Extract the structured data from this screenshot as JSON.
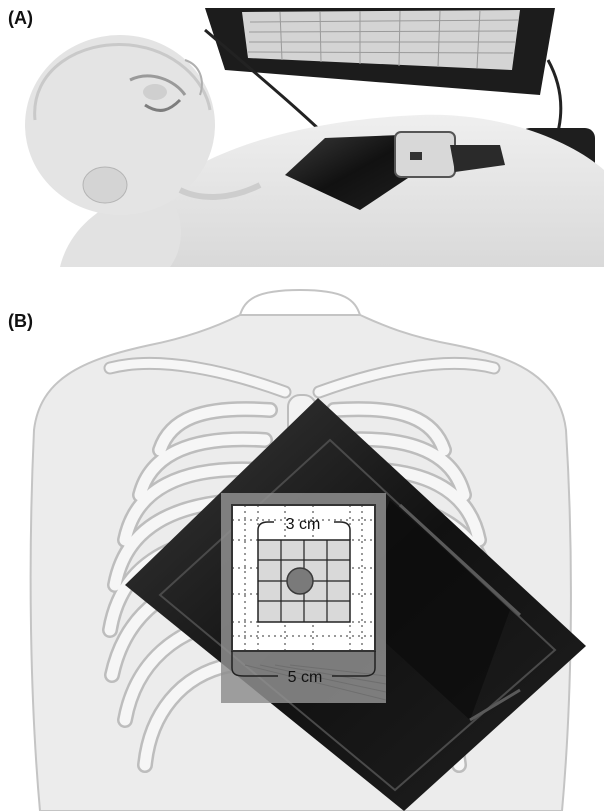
{
  "panels": {
    "a": {
      "label": "(A)"
    },
    "b": {
      "label": "(B)"
    }
  },
  "grid_labels": {
    "inner": "3 cm",
    "outer": "5 cm"
  },
  "colors": {
    "skin": "#e7e7e7",
    "outline": "#b8b8b8",
    "device_dark": "#1a1a1a",
    "grid_line": "#222222",
    "grid_fill": "#d6d6d6",
    "center_dot": "#7a7a7a"
  }
}
